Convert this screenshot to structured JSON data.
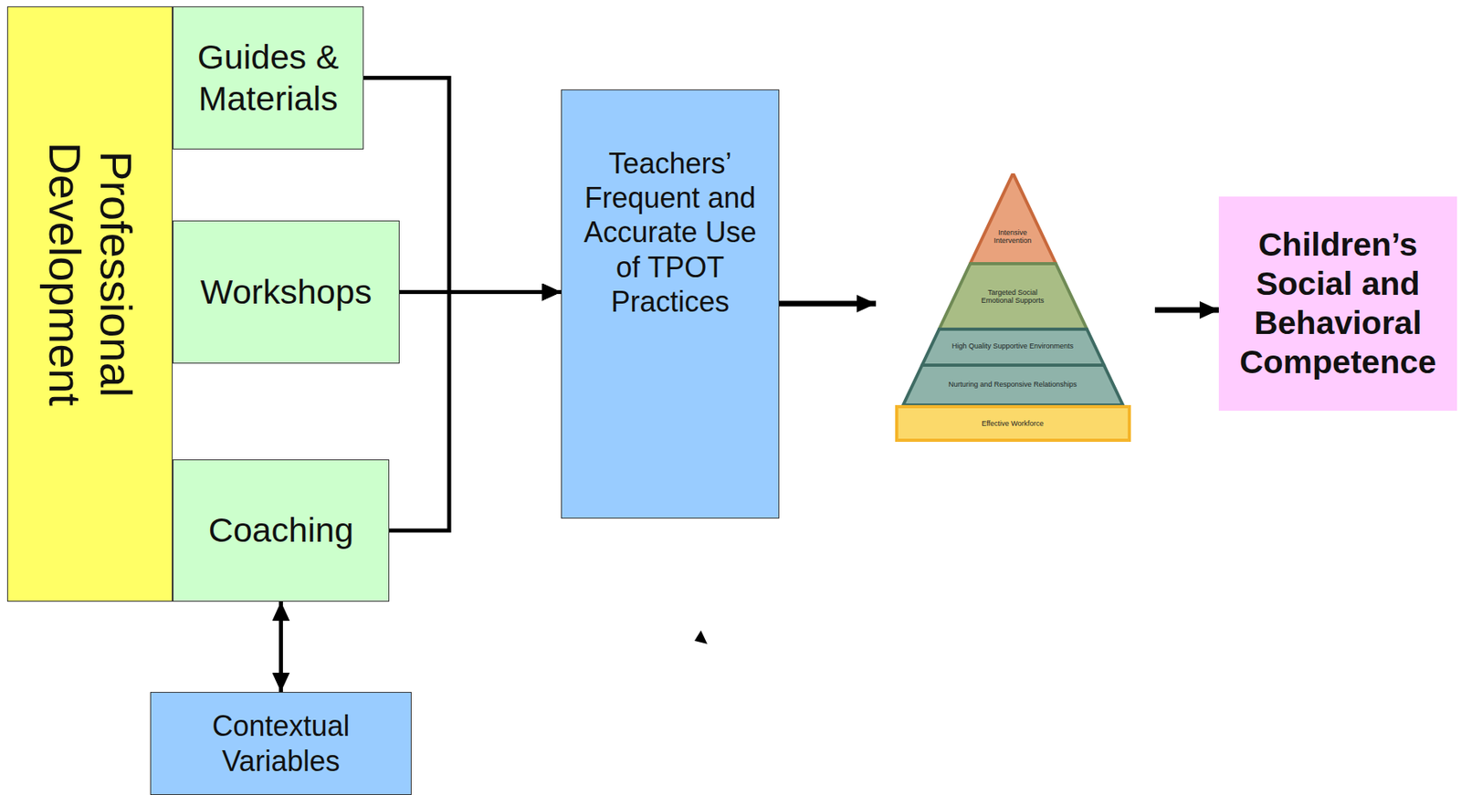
{
  "diagram": {
    "nodes": [
      {
        "text": [
          "Professional Development"
        ]
      },
      {
        "text": [
          "Guides & Materials"
        ]
      },
      {
        "text": [
          "Workshops"
        ]
      },
      {
        "text": [
          "Coaching"
        ]
      },
      {
        "text": [
          "Contextual Variables"
        ]
      },
      {
        "text": [
          "Teachers’ Frequent and Accurate Use of TPOT Practices"
        ]
      },
      {
        "text": [
          "Intensive Intervention",
          "Targeted Social Emotional Supports",
          "High Quality Supportive Environments",
          "Nurturing and Responsive Relationships",
          "Effective Workforce"
        ]
      },
      {
        "text": [
          "Children’s Social and Behavioral Competence"
        ]
      }
    ],
    "edges": [
      {
        "from": 1,
        "to": 5,
        "arrow": "to"
      },
      {
        "from": 2,
        "to": 5,
        "arrow": "to"
      },
      {
        "from": 3,
        "to": 5,
        "arrow": "to"
      },
      {
        "from": 3,
        "to": 4,
        "arrow": "both"
      },
      {
        "from": 5,
        "to": 6,
        "arrow": "to"
      },
      {
        "from": 6,
        "to": 7,
        "arrow": "to"
      }
    ]
  }
}
